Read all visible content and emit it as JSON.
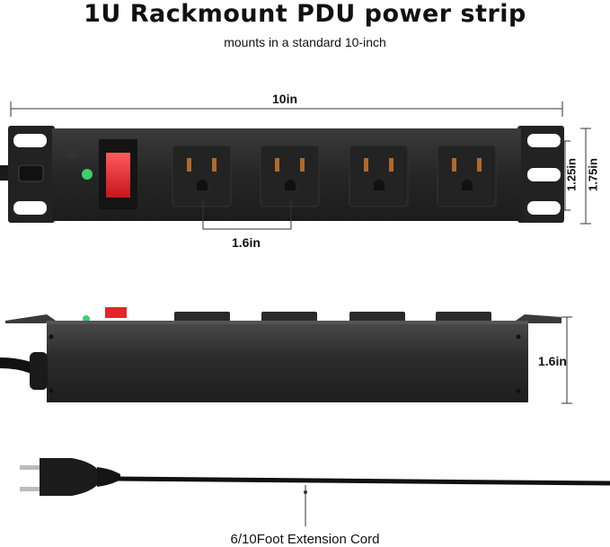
{
  "header": {
    "title": "1U Rackmount PDU power strip",
    "subtitle": "mounts in a standard 10-inch"
  },
  "dimensions": {
    "width_label": "10in",
    "outlet_spacing_label": "1.6in",
    "hole_spacing_label": "1.25in",
    "height_label": "1.75in",
    "side_height_label": "1.6in"
  },
  "cord": {
    "caption": "6/10Foot Extension Cord"
  },
  "colors": {
    "body": "#2b2b2b",
    "switch": "#e3262b",
    "indicator": "#3ccf6a"
  }
}
